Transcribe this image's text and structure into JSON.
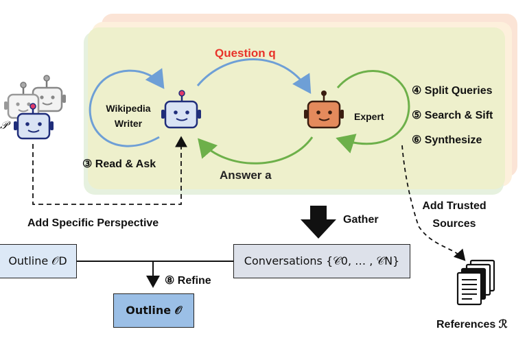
{
  "diagram": {
    "question_label": "Question q",
    "answer_label": "Answer a",
    "writer_label_line1": "Wikipedia",
    "writer_label_line2": "Writer",
    "expert_label": "Expert",
    "read_ask": "③ Read & Ask",
    "split_queries": "④ Split Queries",
    "search_sift": "⑤ Search & Sift",
    "synthesize": "⑥ Synthesize",
    "add_perspective": "Add Specific Perspective",
    "gather": "Gather",
    "add_trusted_line1": "Add Trusted",
    "add_trusted_line2": "Sources",
    "outline_draft": "Outline 𝒪D",
    "conversations": "Conversations {𝒞0, … , 𝒞N}",
    "refine": "⑧ Refine",
    "outline_final": "Outline 𝒪",
    "references": "References ℛ",
    "partial_glyph": "𝒫"
  },
  "colors": {
    "panel_fill": "#eef0cf",
    "panel_back1": "#fbe6d7",
    "panel_back2": "#fdeedd",
    "panel_back3": "#e7f2e1",
    "question_red": "#e8332a",
    "arrow_blue": "#6e9fd6",
    "arrow_green": "#6db04a",
    "outline_box": "#dce8f6",
    "outline_final_box": "#9bbfe6",
    "conversation_box": "#dde1ea",
    "robot_blue": "#1f2d7a",
    "robot_orange": "#e48a5c"
  }
}
